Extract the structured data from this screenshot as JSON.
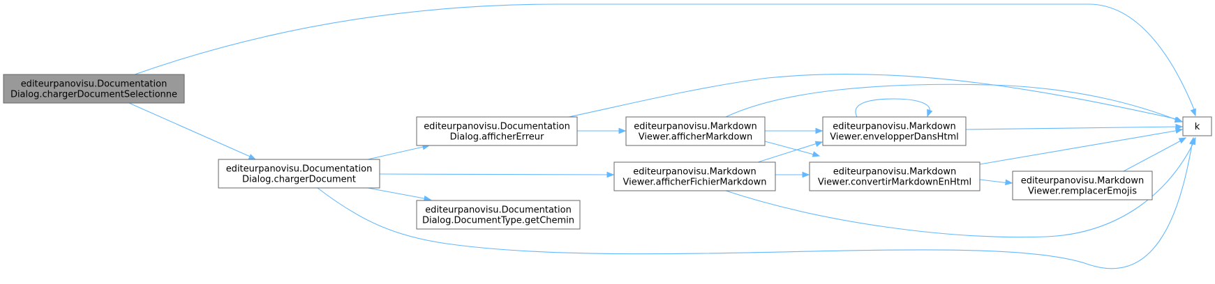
{
  "colors": {
    "edge": "#63b8ff",
    "node_border": "#666666",
    "node_fill": "#ffffff",
    "root_fill": "#999999"
  },
  "nodes": [
    {
      "id": "chargerDocumentSelectionne",
      "lines": [
        "editeurpanovisu.Documentation",
        "Dialog.chargerDocumentSelectionne"
      ],
      "root": true
    },
    {
      "id": "chargerDocument",
      "lines": [
        "editeurpanovisu.Documentation",
        "Dialog.chargerDocument"
      ]
    },
    {
      "id": "afficherErreur",
      "lines": [
        "editeurpanovisu.Documentation",
        "Dialog.afficherErreur"
      ]
    },
    {
      "id": "getChemin",
      "lines": [
        "editeurpanovisu.Documentation",
        "Dialog.DocumentType.getChemin"
      ]
    },
    {
      "id": "afficherMarkdown",
      "lines": [
        "editeurpanovisu.Markdown",
        "Viewer.afficherMarkdown"
      ]
    },
    {
      "id": "afficherFichierMarkdown",
      "lines": [
        "editeurpanovisu.Markdown",
        "Viewer.afficherFichierMarkdown"
      ]
    },
    {
      "id": "envelopperDansHtml",
      "lines": [
        "editeurpanovisu.Markdown",
        "Viewer.envelopperDansHtml"
      ]
    },
    {
      "id": "convertirMarkdownEnHtml",
      "lines": [
        "editeurpanovisu.Markdown",
        "Viewer.convertirMarkdownEnHtml"
      ]
    },
    {
      "id": "remplacerEmojis",
      "lines": [
        "editeurpanovisu.Markdown",
        "Viewer.remplacerEmojis"
      ]
    },
    {
      "id": "k",
      "lines": [
        "k"
      ]
    }
  ],
  "edges": [
    {
      "from": "chargerDocumentSelectionne",
      "to": "k"
    },
    {
      "from": "chargerDocumentSelectionne",
      "to": "chargerDocument"
    },
    {
      "from": "chargerDocument",
      "to": "afficherErreur"
    },
    {
      "from": "chargerDocument",
      "to": "afficherFichierMarkdown"
    },
    {
      "from": "chargerDocument",
      "to": "getChemin"
    },
    {
      "from": "chargerDocument",
      "to": "k"
    },
    {
      "from": "afficherErreur",
      "to": "afficherMarkdown"
    },
    {
      "from": "afficherErreur",
      "to": "k"
    },
    {
      "from": "afficherMarkdown",
      "to": "envelopperDansHtml"
    },
    {
      "from": "afficherMarkdown",
      "to": "convertirMarkdownEnHtml"
    },
    {
      "from": "afficherMarkdown",
      "to": "k"
    },
    {
      "from": "afficherFichierMarkdown",
      "to": "envelopperDansHtml"
    },
    {
      "from": "afficherFichierMarkdown",
      "to": "convertirMarkdownEnHtml"
    },
    {
      "from": "afficherFichierMarkdown",
      "to": "k"
    },
    {
      "from": "envelopperDansHtml",
      "to": "envelopperDansHtml"
    },
    {
      "from": "envelopperDansHtml",
      "to": "k"
    },
    {
      "from": "convertirMarkdownEnHtml",
      "to": "remplacerEmojis"
    },
    {
      "from": "convertirMarkdownEnHtml",
      "to": "k"
    },
    {
      "from": "remplacerEmojis",
      "to": "k"
    }
  ]
}
